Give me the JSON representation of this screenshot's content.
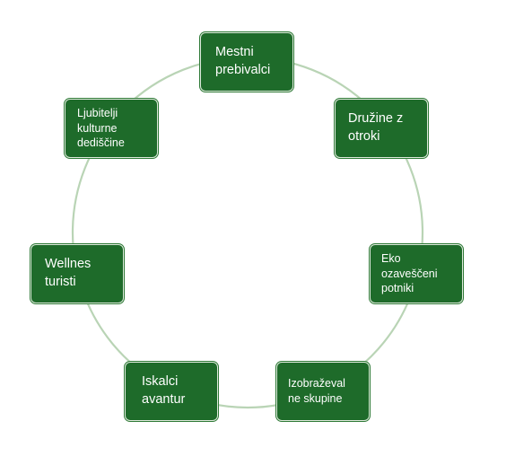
{
  "diagram": {
    "type": "cycle",
    "ring_color": "#b9d4b5",
    "node_fill": "#1e6b2a",
    "node_text_color": "#ffffff",
    "nodes": [
      {
        "label": "Mestni\nprebivalci"
      },
      {
        "label": "Družine z\notroki"
      },
      {
        "label": "Eko\nozaveščeni\npotniki"
      },
      {
        "label": "Izobraževal\nne skupine"
      },
      {
        "label": "Iskalci\navantur"
      },
      {
        "label": "Wellnes\nturisti"
      },
      {
        "label": "Ljubitelji\nkulturne\ndediščine"
      }
    ]
  }
}
